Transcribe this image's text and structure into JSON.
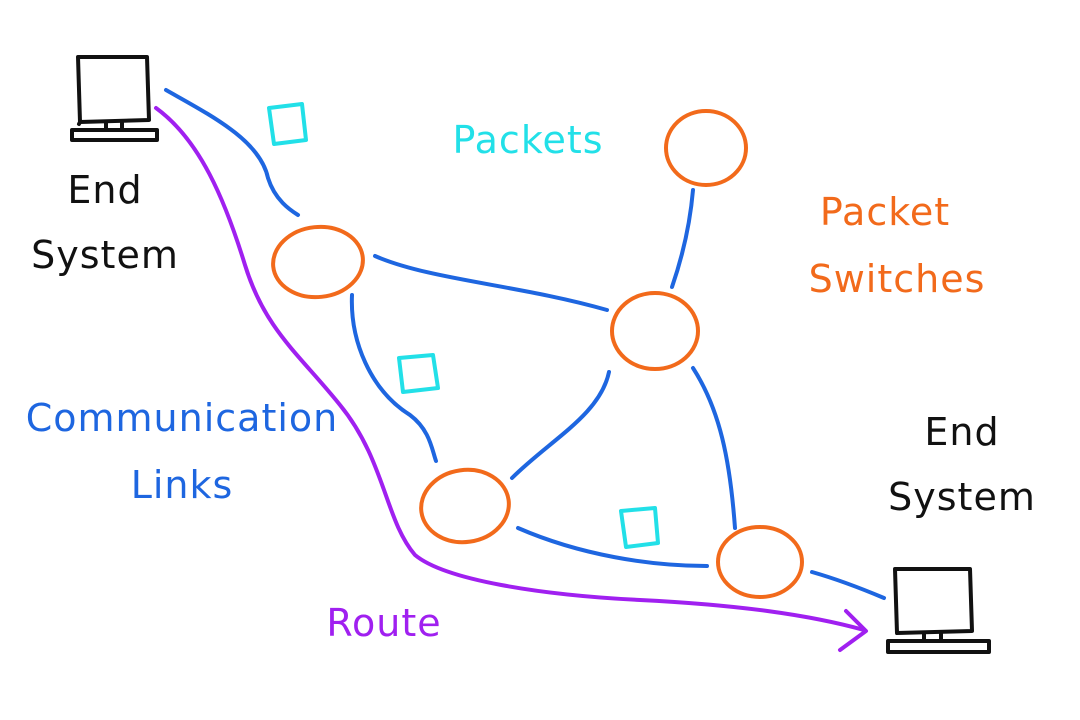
{
  "colors": {
    "link": "#1e66e0",
    "switch": "#f26a1b",
    "packet": "#22e0e8",
    "route": "#a020f0",
    "end_system": "#111111"
  },
  "labels": {
    "end_system_left_line1": "End",
    "end_system_left_line2": "System",
    "end_system_right_line1": "End",
    "end_system_right_line2": "System",
    "packets": "Packets",
    "packet_switches_line1": "Packet",
    "packet_switches_line2": "Switches",
    "communication_links_line1": "Communication",
    "communication_links_line2": "Links",
    "route": "Route"
  },
  "icons": {
    "end_system": "computer-monitor-icon",
    "packet_switch": "circle-node",
    "packet": "square-packet"
  }
}
